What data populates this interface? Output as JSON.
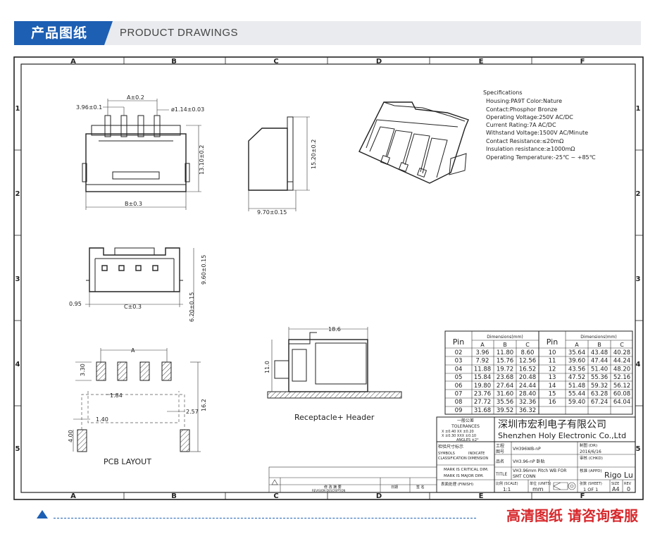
{
  "banner": {
    "title": "产品图纸",
    "subtitle": "PRODUCT DRAWINGS"
  },
  "grid": {
    "cols": [
      "A",
      "B",
      "C",
      "D",
      "E",
      "F"
    ],
    "rows": [
      "1",
      "2",
      "3",
      "4",
      "5"
    ]
  },
  "dims": {
    "a": "A±0.2",
    "pitch": "3.96±0.1",
    "pin_dia": "ø1.14±0.03",
    "height": "13.10±0.2",
    "b": "B±0.3",
    "side_h": "15.20±0.2",
    "side_w": "9.70±0.15",
    "top_h": "9.60±0.15",
    "top_h2": "6.20±0.15",
    "left_off": "0.95",
    "c": "C±0.3",
    "pcb_a": "A",
    "pcb_330": "3.30",
    "pcb_184": "1.84",
    "pcb_162": "16.2",
    "pcb_257": "2.57",
    "pcb_140": "1.40",
    "pcb_400": "4.00",
    "rh_w": "18.6",
    "rh_h": "11.0"
  },
  "labels": {
    "pcb_layout": "PCB   LAYOUT",
    "receptacle_header": "Receptacle+ Header"
  },
  "specifications": {
    "heading": "Specifications",
    "lines": [
      "Housing:PA9T  Color:Nature",
      "Contact:Phosphor Bronze",
      "Operating Voltage:250V AC/DC",
      "Current Rating:7A AC/DC",
      "Withstand Voltage:1500V AC/Minute",
      "Contact Resistance:≤20mΩ",
      "Insulation resistance:≥1000mΩ",
      "Operating Temperature:-25℃ ~ +85℃"
    ]
  },
  "dim_table": {
    "pin_header": "Pin",
    "dims_header": "Dimensions(mm)",
    "cols": [
      "A",
      "B",
      "C"
    ],
    "left": [
      [
        "02",
        "3.96",
        "11.80",
        "8.60"
      ],
      [
        "03",
        "7.92",
        "15.76",
        "12.56"
      ],
      [
        "04",
        "11.88",
        "19.72",
        "16.52"
      ],
      [
        "05",
        "15.84",
        "23.68",
        "20.48"
      ],
      [
        "06",
        "19.80",
        "27.64",
        "24.44"
      ],
      [
        "07",
        "23.76",
        "31.60",
        "28.40"
      ],
      [
        "08",
        "27.72",
        "35.56",
        "32.36"
      ],
      [
        "09",
        "31.68",
        "39.52",
        "36.32"
      ]
    ],
    "right": [
      [
        "10",
        "35.64",
        "43.48",
        "40.28"
      ],
      [
        "11",
        "39.60",
        "47.44",
        "44.24"
      ],
      [
        "12",
        "43.56",
        "51.40",
        "48.20"
      ],
      [
        "13",
        "47.52",
        "55.36",
        "52.16"
      ],
      [
        "14",
        "51.48",
        "59.32",
        "56.12"
      ],
      [
        "15",
        "55.44",
        "63.28",
        "60.08"
      ],
      [
        "16",
        "59.40",
        "67.24",
        "64.04"
      ]
    ]
  },
  "title_block": {
    "tol_title": "一般公差",
    "tol_en": "TOLERANCES",
    "tol_1": "X  ±0.40   XX ±0.20",
    "tol_2": "X  ±0.30   XXX ±0.10",
    "tol_3": "ANGLES       ±2°",
    "company_cn": "深圳市宏利电子有限公司",
    "company_en": "Shenzhen Holy Electronic Co.,Ltd",
    "class_cn": "检验尺寸标示",
    "class_1": "SYMBOLS",
    "class_1b": "INDICATE",
    "class_2": "CLASSIFICATION DIMENSION",
    "crit": "MARK IS CRITICAL DIM.",
    "major": "MARK IS MAJOR DIM.",
    "finish_label": "表面处理 (FINISH)",
    "dwg_label": "工程\n图号",
    "dwg_no": "VH396WB-nP",
    "part_label": "品名",
    "part_name": "VH3.96-nP 卧贴",
    "title_label": "TITLE",
    "title_1": "VH3.96mm Pitch WB FOR",
    "title_2": "SMT CONN",
    "drawn_label": "制图 (DR)",
    "date": "2016/6/16",
    "check_label": "审核 (CHKD)",
    "appd_label": "核准 (APPD)",
    "appd_name": "Rigo Lu",
    "scale_label": "比例 (SCALE)",
    "scale": "1:1",
    "units_label": "单位 (UNITS)",
    "units": "mm",
    "sheet_label": "张数 (SHEET)",
    "sheet": "1 OF 1",
    "size_label": "SIZE",
    "size": "A4",
    "rev_label": "REV",
    "rev": "0",
    "rev_row_label": "修 改 摘 要",
    "rev_row_en": "REVISION DESCRIPTION",
    "date_label": "日期",
    "sign_label": "签 名"
  },
  "footer": {
    "cta": "高清图纸 请咨询客服"
  }
}
